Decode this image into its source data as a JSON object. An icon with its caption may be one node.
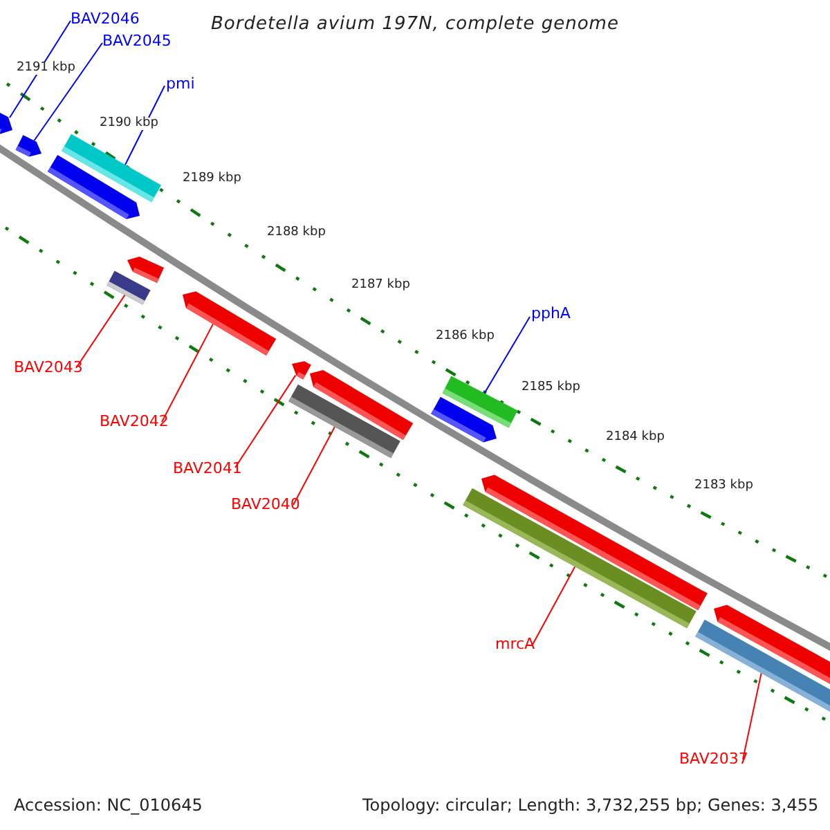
{
  "diagram": {
    "title": "Bordetella avium 197N, complete genome",
    "nodes": [
      {
        "text": [
          "BAV2046"
        ]
      },
      {
        "text": [
          "BAV2045"
        ]
      },
      {
        "text": [
          "pmi"
        ]
      },
      {
        "text": [
          "pphA"
        ]
      },
      {
        "text": [
          "BAV2043"
        ]
      },
      {
        "text": [
          "BAV2042"
        ]
      },
      {
        "text": [
          "BAV2041"
        ]
      },
      {
        "text": [
          "BAV2040"
        ]
      },
      {
        "text": [
          "mrcA"
        ]
      },
      {
        "text": [
          "BAV2037"
        ]
      },
      {
        "text": [],
        "shape": "bar"
      },
      {
        "text": [],
        "shape": "bar"
      },
      {
        "text": [],
        "shape": "bar"
      },
      {
        "text": [],
        "shape": "bar"
      },
      {
        "text": [],
        "shape": "bar"
      },
      {
        "text": [],
        "shape": "bar"
      },
      {
        "text": [],
        "shape": "bar"
      },
      {
        "text": [],
        "shape": "bar"
      },
      {
        "text": [],
        "shape": "bar"
      },
      {
        "text": [],
        "shape": "bar"
      },
      {
        "text": [],
        "shape": "bar"
      },
      {
        "text": [],
        "shape": "bar"
      },
      {
        "text": [],
        "shape": "bar"
      },
      {
        "text": [],
        "shape": "bar"
      },
      {
        "text": [],
        "shape": "bar"
      },
      {
        "text": [],
        "shape": "bar"
      }
    ],
    "edges": [
      {
        "from": 0,
        "to": 10,
        "arrow": "none",
        "color": "#0000ff"
      },
      {
        "from": 1,
        "to": 11,
        "arrow": "none",
        "color": "#0000ff"
      },
      {
        "from": 2,
        "to": 13,
        "arrow": "none",
        "color": "#0000ff"
      },
      {
        "from": 3,
        "to": 21,
        "arrow": "none",
        "color": "#0000ff"
      },
      {
        "from": 4,
        "to": 14,
        "arrow": "none"
      },
      {
        "from": 5,
        "to": 16,
        "arrow": "none"
      },
      {
        "from": 6,
        "to": 18,
        "arrow": "none"
      },
      {
        "from": 7,
        "to": 17,
        "arrow": "none"
      },
      {
        "from": 8,
        "to": 22,
        "arrow": "none"
      },
      {
        "from": 9,
        "to": 24,
        "arrow": "none"
      }
    ],
    "labels": [
      "2191 kbp",
      "2190 kbp",
      "2189 kbp",
      "2188 kbp",
      "2187 kbp",
      "2186 kbp",
      "2185 kbp",
      "2184 kbp",
      "2183 kbp",
      "Accession: NC_010645",
      "Topology: circular; Length: 3,732,255 bp; Genes: 3,455"
    ]
  }
}
